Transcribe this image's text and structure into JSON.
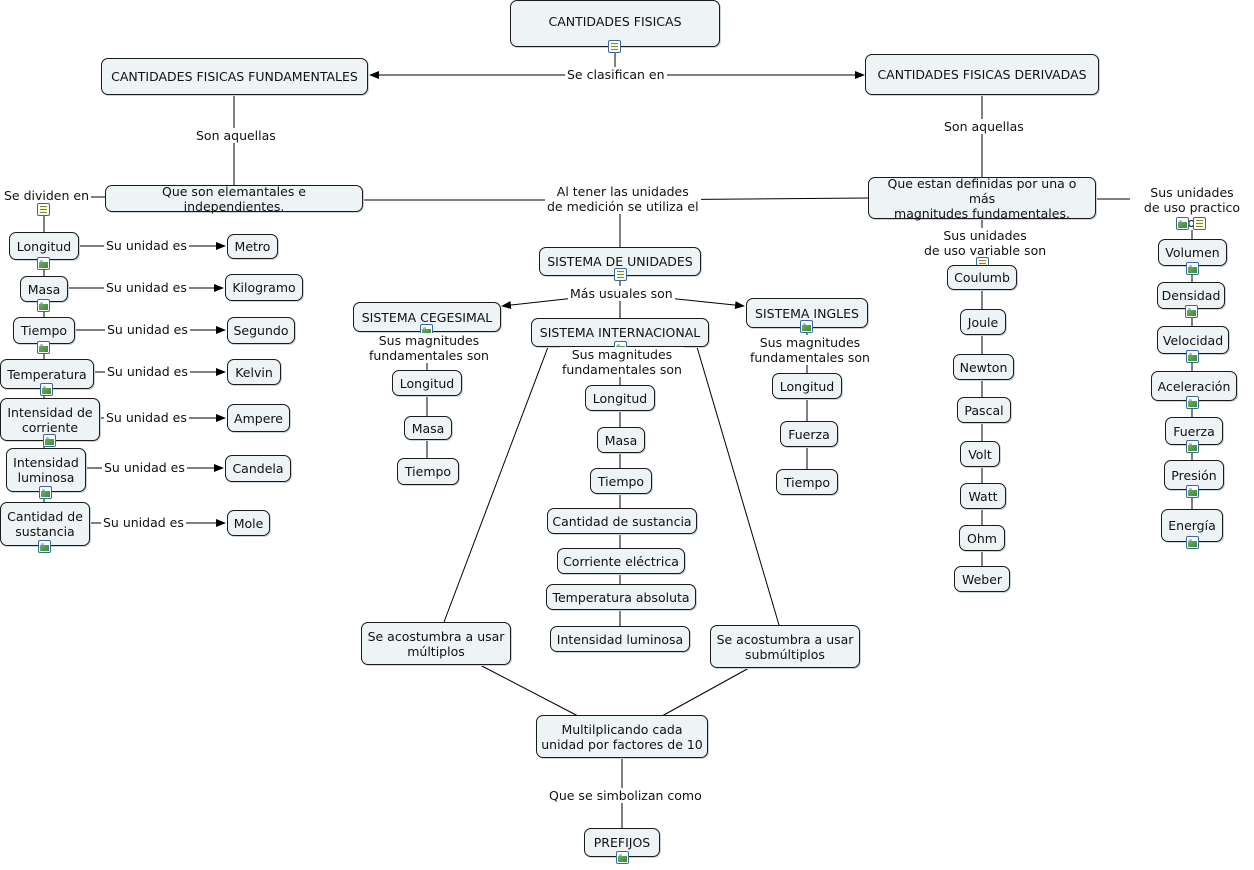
{
  "map": {
    "root": "CANTIDADES FISICAS",
    "fundamentales": "CANTIDADES FISICAS FUNDAMENTALES",
    "derivadas": "CANTIDADES FISICAS DERIVADAS",
    "se_clasifican": "Se clasifican en",
    "son_aquellas_left": "Son aquellas",
    "son_aquellas_right": "Son aquellas",
    "elementales": "Que son elemantales e independientes.",
    "definidas": "Que estan definidas por una o más\nmagnitudes fundamentales.",
    "al_tener": "Al tener las unidades\nde medición se utiliza el",
    "se_dividen": "Se dividen en",
    "su_unidad": "Su unidad es",
    "fund_items": [
      {
        "q": "Longitud",
        "u": "Metro"
      },
      {
        "q": "Masa",
        "u": "Kilogramo"
      },
      {
        "q": "Tiempo",
        "u": "Segundo"
      },
      {
        "q": "Temperatura",
        "u": "Kelvin"
      },
      {
        "q": "Intensidad de\ncorriente",
        "u": "Ampere"
      },
      {
        "q": "Intensidad\nluminosa",
        "u": "Candela"
      },
      {
        "q": "Cantidad de\nsustancia",
        "u": "Mole"
      }
    ],
    "sistema": "SISTEMA DE UNIDADES",
    "mas_usuales": "Más usuales son",
    "cegesimal": "SISTEMA CEGESIMAL",
    "internacional": "SISTEMA INTERNACIONAL",
    "ingles": "SISTEMA INGLES",
    "sus_magnitudes": "Sus magnitudes\nfundamentales son",
    "cgs_items": [
      "Longitud",
      "Masa",
      "Tiempo"
    ],
    "si_items": [
      "Longitud",
      "Masa",
      "Tiempo",
      "Cantidad de sustancia",
      "Corriente eléctrica",
      "Temperatura absoluta",
      "Intensidad luminosa"
    ],
    "ing_items": [
      "Longitud",
      "Fuerza",
      "Tiempo"
    ],
    "multiplos": "Se acostumbra a usar\nmúltiplos",
    "submultiplos": "Se acostumbra a usar\nsubmúltiplos",
    "multiplicando": "Multilplicando cada\nunidad por factores de 10",
    "simbolizan": "Que se simbolizan como",
    "prefijos": "PREFIJOS",
    "uso_variable": "Sus unidades\nde uso variable son",
    "variable_items": [
      "Coulumb",
      "Joule",
      "Newton",
      "Pascal",
      "Volt",
      "Watt",
      "Ohm",
      "Weber"
    ],
    "uso_practico": "Sus unidades\nde uso practico son",
    "practico_items": [
      "Volumen",
      "Densidad",
      "Velocidad",
      "Aceleración",
      "Fuerza",
      "Presión",
      "Energía"
    ]
  }
}
